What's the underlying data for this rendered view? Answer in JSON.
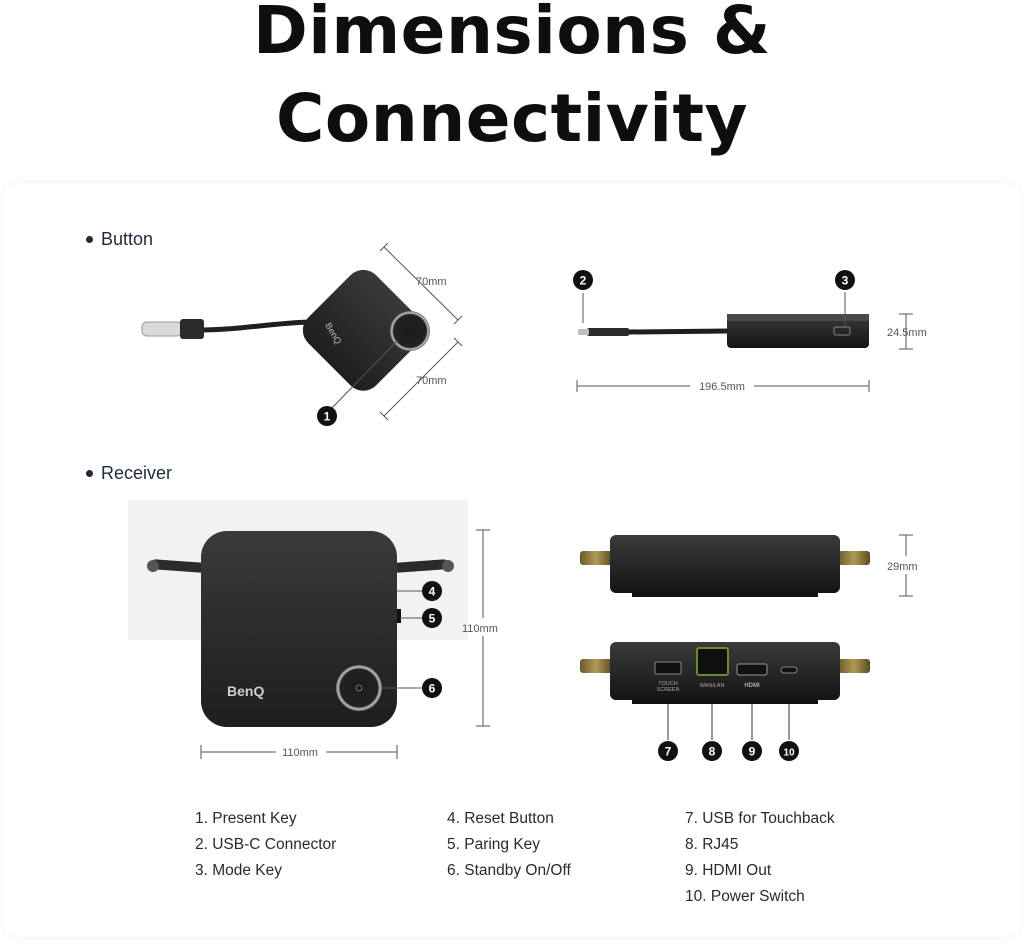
{
  "title": {
    "line1": "Dimensions &",
    "line2": "Connectivity"
  },
  "sections": {
    "button": "Button",
    "receiver": "Receiver"
  },
  "button_top": {
    "dim_a": "70mm",
    "dim_b": "70mm",
    "brand": "BenQ",
    "callout": "1"
  },
  "button_side": {
    "callout_usb": "2",
    "callout_mode": "3",
    "height": "24.5mm",
    "length": "196.5mm"
  },
  "receiver_top": {
    "brand": "BenQ",
    "height": "110mm",
    "width": "110mm",
    "callout_reset": "4",
    "callout_pair": "5",
    "callout_standby": "6"
  },
  "receiver_side": {
    "height": "29mm",
    "port_touch_line1": "TOUCH",
    "port_touch_line2": "SCREEN",
    "port_lan": "WAN/LAN",
    "port_hdmi": "HDMI",
    "callouts": [
      "7",
      "8",
      "9",
      "10"
    ]
  },
  "legend": {
    "col1": [
      "1. Present Key",
      "2. USB-C Connector",
      "3. Mode Key"
    ],
    "col2": [
      "4. Reset Button",
      "5. Paring Key",
      "6. Standby On/Off"
    ],
    "col3": [
      "7. USB for Touchback",
      "8. RJ45",
      "9. HDMI Out",
      "10. Power Switch"
    ]
  }
}
